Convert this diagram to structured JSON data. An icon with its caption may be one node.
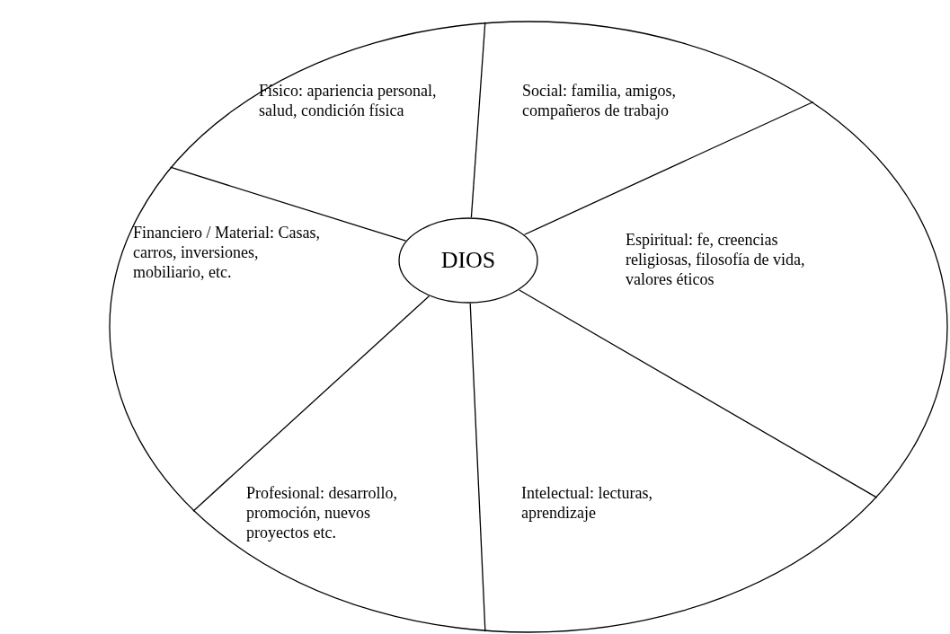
{
  "diagram": {
    "nodes": [
      {
        "text": [],
        "shape": "circle"
      },
      {
        "text": [
          "DIOS"
        ],
        "in": 0
      }
    ],
    "edges": [
      {
        "from": 1,
        "to": 0,
        "arrow": "none"
      },
      {
        "from": 1,
        "to": 0,
        "arrow": "none"
      },
      {
        "from": 1,
        "to": 0,
        "arrow": "none"
      },
      {
        "from": 1,
        "to": 0,
        "arrow": "none"
      },
      {
        "from": 1,
        "to": 0,
        "arrow": "none"
      },
      {
        "from": 1,
        "to": 0,
        "arrow": "none"
      }
    ],
    "labels": [
      "Físico: apariencia personal, salud, condición física",
      "Social: familia, amigos, compañeros de trabajo",
      "Financiero / Material: Casas, carros, inversiones, mobiliario, etc.",
      "Espiritual: fe, creencias religiosas, filosofía de vida, valores éticos",
      "Profesional: desarrollo, promoción, nuevos proyectos etc.",
      "Intelectual: lecturas, aprendizaje"
    ]
  }
}
